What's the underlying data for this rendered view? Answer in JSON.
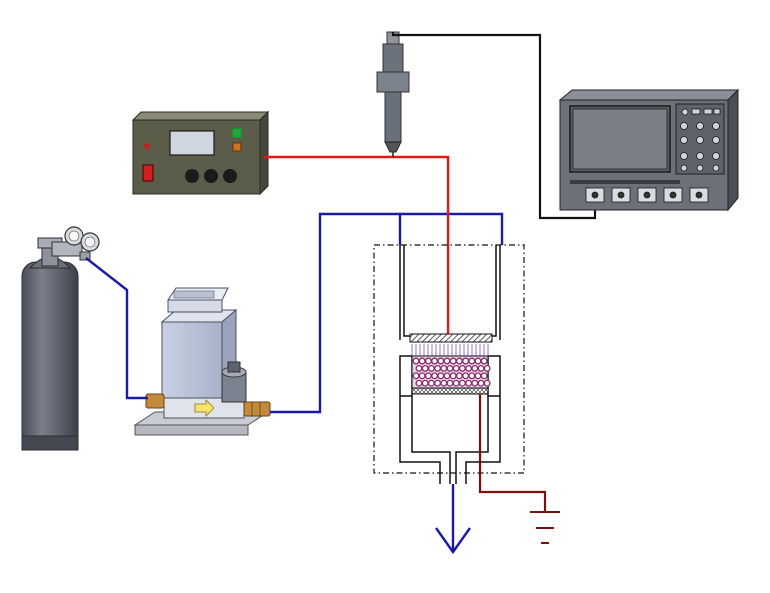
{
  "diagram": {
    "type": "experimental-setup-schematic",
    "components": [
      {
        "id": "gas-cylinder",
        "icon": "gas-cylinder-icon"
      },
      {
        "id": "pressure-regulator",
        "icon": "pressure-gauge-icon"
      },
      {
        "id": "mass-flow-controller",
        "icon": "flow-controller-icon"
      },
      {
        "id": "power-supply",
        "icon": "power-supply-icon"
      },
      {
        "id": "high-voltage-probe",
        "icon": "voltage-probe-icon"
      },
      {
        "id": "oscilloscope",
        "icon": "oscilloscope-icon"
      },
      {
        "id": "plasma-reactor",
        "icon": "reactor-icon"
      },
      {
        "id": "ground",
        "icon": "ground-symbol-icon"
      },
      {
        "id": "gas-outlet",
        "icon": "arrow-down-icon"
      }
    ],
    "colors": {
      "gas_line": "#1a1aa8",
      "high_voltage_line": "#e01818",
      "ground_line": "#7a1010",
      "signal_line": "#111111",
      "cylinder_body": "#5f6470",
      "panel_body": "#5a5a48",
      "electrode_purple": "#8a5ad0"
    }
  }
}
